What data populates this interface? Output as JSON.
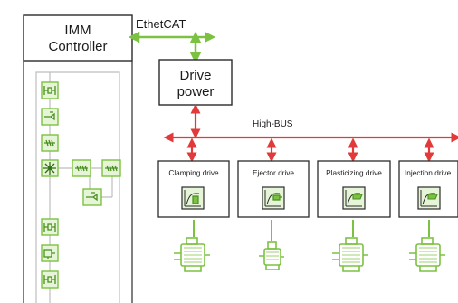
{
  "controller": {
    "line1": "IMM",
    "line2": "Controller"
  },
  "ethercat_label": "EthetCAT",
  "drive_power": {
    "line1": "Drive",
    "line2": "power"
  },
  "bus_label": "High-BUS",
  "drives": [
    {
      "label": "Clamping drive"
    },
    {
      "label": "Ejector drive"
    },
    {
      "label": "Plasticizing drive"
    },
    {
      "label": "Injection drive"
    }
  ],
  "colors": {
    "green": "#7cc242",
    "icon_fill": "#e6f4d8",
    "red": "#e23a3a",
    "box_stroke": "#2b2b2b",
    "sequence_line": "#bdbdbd"
  },
  "icons": {
    "sequence": [
      "clamp-icon",
      "nozzle-icon",
      "screw-icon",
      "snowflake-icon",
      "clamp-icon",
      "ejector-icon",
      "clamp-icon"
    ],
    "branch": [
      "screw-icon",
      "screw-icon",
      "nozzle-icon"
    ],
    "drive_curves": [
      "curve-clamp-icon",
      "curve-ejector-icon",
      "curve-plasticizing-icon",
      "curve-injection-icon"
    ],
    "motors": [
      "servo-motor-icon",
      "servo-motor-icon",
      "servo-motor-icon",
      "servo-motor-icon"
    ]
  }
}
